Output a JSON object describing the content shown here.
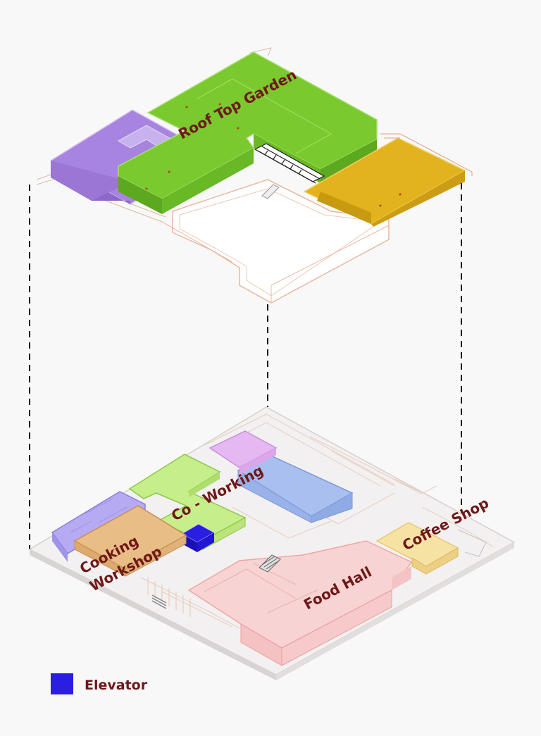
{
  "labels": {
    "roof_top_garden": "Roof Top Garden",
    "co_working": "Co - Working",
    "coffee_shop": "Coffee Shop",
    "cooking_line1": "Cooking",
    "cooking_line2": "Workshop",
    "food_hall": "Food Hall"
  },
  "legend": {
    "label": "Elevator",
    "color": "#2a1ee0"
  },
  "colors": {
    "garden": "#7ac92e",
    "purple": "#a784e0",
    "gold": "#e2b31e",
    "coworking": "#c6ee8a",
    "blue_zone": "#a8bff0",
    "lavender": "#e6b8f2",
    "cooking_purple": "#b6abf2",
    "cooking_orange": "#e8bd86",
    "food_hall": "#f8d3d3",
    "coffee": "#f6e3a4",
    "elevator": "#2a1ee0",
    "line": "#e8b8a0",
    "label_text": "#6e1818"
  }
}
